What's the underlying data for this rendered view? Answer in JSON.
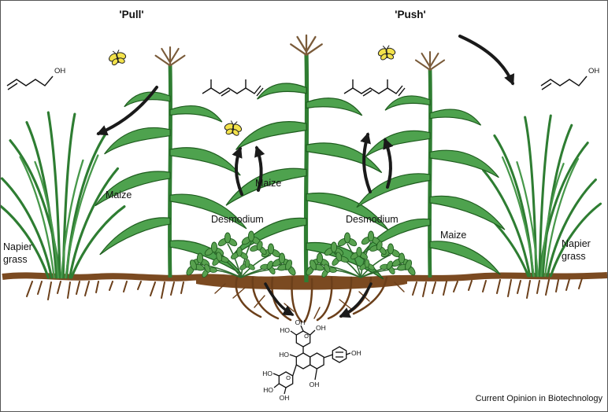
{
  "figure": {
    "pull_title": "'Pull'",
    "push_title": "'Push'",
    "credit": "Current Opinion in Biotechnology"
  },
  "labels": {
    "maize": "Maize",
    "desmodium": "Desmodium",
    "napier_line1": "Napier",
    "napier_line2": "grass"
  },
  "chemistry": {
    "oh": "OH",
    "ho": "HO",
    "o": "O"
  },
  "colors": {
    "leaf_green": "#4ea24e",
    "leaf_dark": "#1e5c1e",
    "stalk_green": "#2f7d32",
    "soil_brown": "#7b4a21",
    "root_brown": "#6b3f1a",
    "moth_yellow": "#f3e24b",
    "ink": "#1a1a1a"
  }
}
